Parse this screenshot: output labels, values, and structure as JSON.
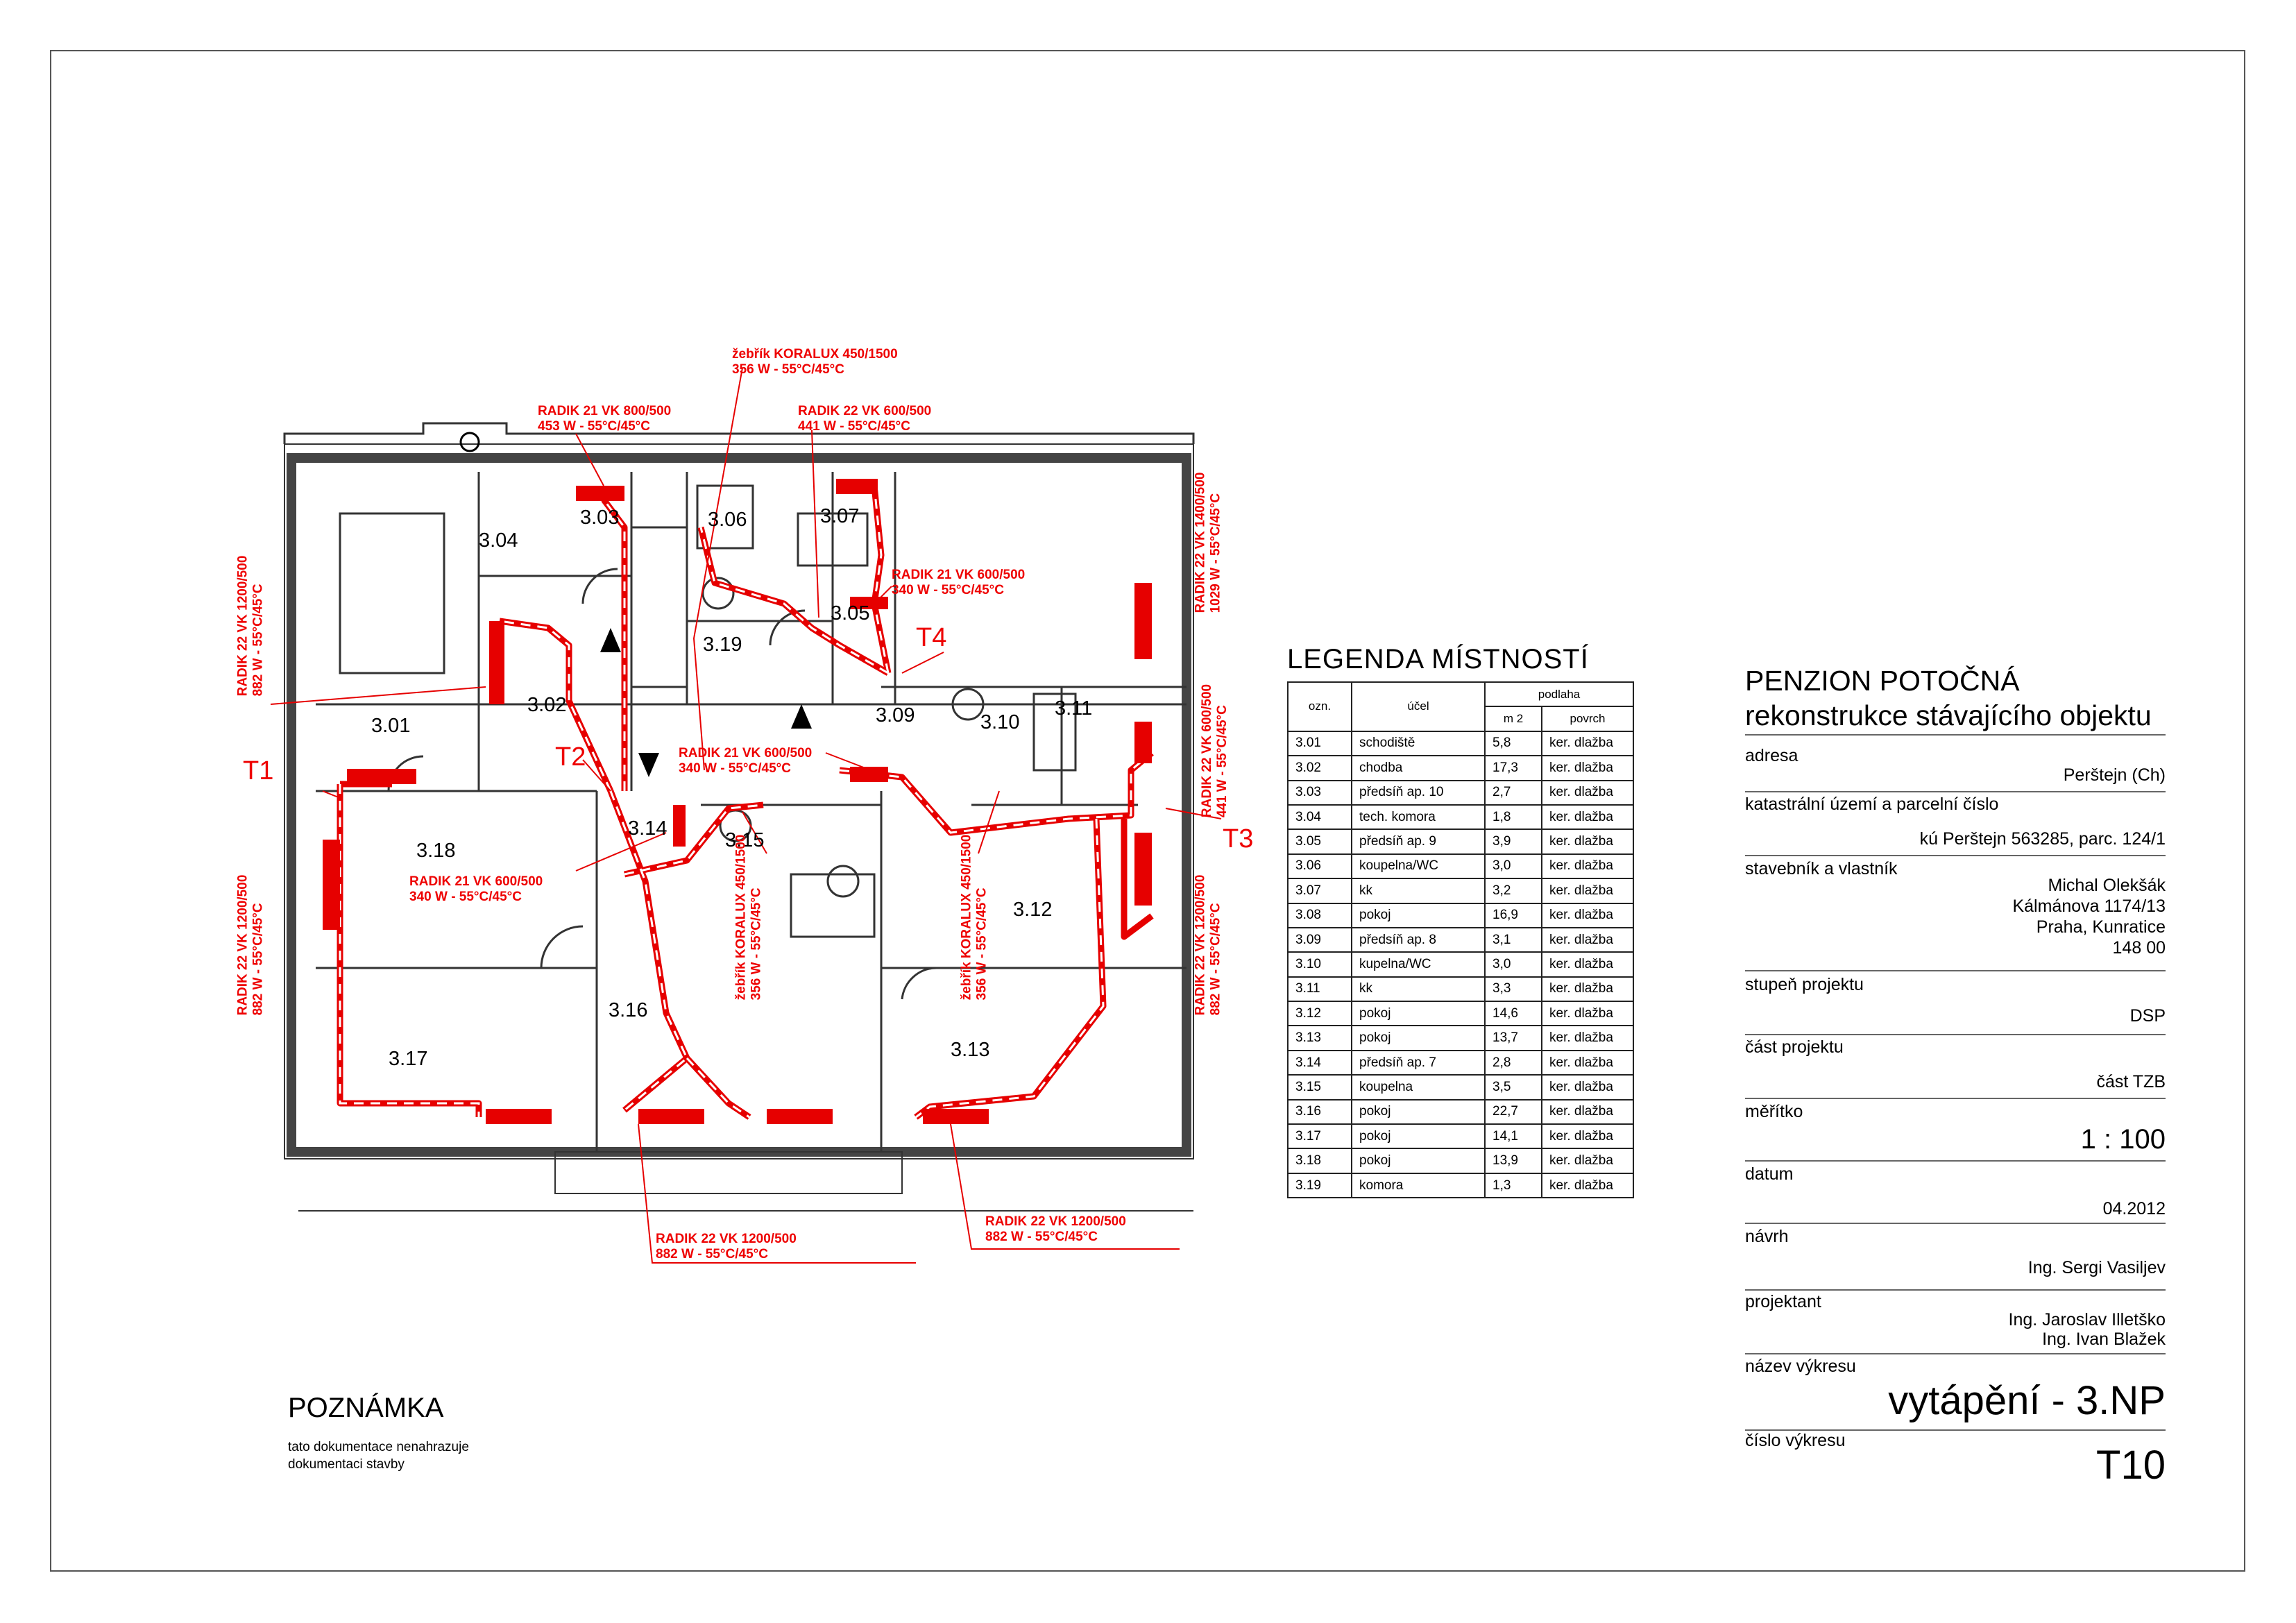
{
  "legend": {
    "title": "LEGENDA MÍSTNOSTÍ",
    "headers": {
      "code": "ozn.",
      "purpose": "účel",
      "floor": "podlaha",
      "area": "m 2",
      "surface": "povrch"
    },
    "rows": [
      {
        "code": "3.01",
        "purpose": "schodiště",
        "area": "5,8",
        "surface": "ker. dlažba"
      },
      {
        "code": "3.02",
        "purpose": "chodba",
        "area": "17,3",
        "surface": "ker. dlažba"
      },
      {
        "code": "3.03",
        "purpose": "předsíň ap. 10",
        "area": "2,7",
        "surface": "ker. dlažba"
      },
      {
        "code": "3.04",
        "purpose": "tech. komora",
        "area": "1,8",
        "surface": "ker. dlažba"
      },
      {
        "code": "3.05",
        "purpose": "předsíň ap. 9",
        "area": "3,9",
        "surface": "ker. dlažba"
      },
      {
        "code": "3.06",
        "purpose": "koupelna/WC",
        "area": "3,0",
        "surface": "ker. dlažba"
      },
      {
        "code": "3.07",
        "purpose": "kk",
        "area": "3,2",
        "surface": "ker. dlažba"
      },
      {
        "code": "3.08",
        "purpose": "pokoj",
        "area": "16,9",
        "surface": "ker. dlažba"
      },
      {
        "code": "3.09",
        "purpose": "předsíň ap. 8",
        "area": "3,1",
        "surface": "ker. dlažba"
      },
      {
        "code": "3.10",
        "purpose": "kupelna/WC",
        "area": "3,0",
        "surface": "ker. dlažba"
      },
      {
        "code": "3.11",
        "purpose": "kk",
        "area": "3,3",
        "surface": "ker. dlažba"
      },
      {
        "code": "3.12",
        "purpose": "pokoj",
        "area": "14,6",
        "surface": "ker. dlažba"
      },
      {
        "code": "3.13",
        "purpose": "pokoj",
        "area": "13,7",
        "surface": "ker. dlažba"
      },
      {
        "code": "3.14",
        "purpose": "předsíň ap. 7",
        "area": "2,8",
        "surface": "ker. dlažba"
      },
      {
        "code": "3.15",
        "purpose": "koupelna",
        "area": "3,5",
        "surface": "ker. dlažba"
      },
      {
        "code": "3.16",
        "purpose": "pokoj",
        "area": "22,7",
        "surface": "ker. dlažba"
      },
      {
        "code": "3.17",
        "purpose": "pokoj",
        "area": "14,1",
        "surface": "ker. dlažba"
      },
      {
        "code": "3.18",
        "purpose": "pokoj",
        "area": "13,9",
        "surface": "ker. dlažba"
      },
      {
        "code": "3.19",
        "purpose": "komora",
        "area": "1,3",
        "surface": "ker. dlažba"
      }
    ]
  },
  "title_block": {
    "project_name": "PENZION POTOČNÁ",
    "project_sub": "rekonstrukce stávajícího objektu",
    "address_label": "adresa",
    "address": "Perštejn (Ch)",
    "cadastre_label": "katastrální území a parcelní číslo",
    "cadastre": "kú Perštejn 563285, parc. 124/1",
    "owner_label": "stavebník a vlastník",
    "owner_name": "Michal Olekšák",
    "owner_street": "Kálmánova 1174/13",
    "owner_city": "Praha, Kunratice",
    "owner_zip": "148 00",
    "stage_label": "stupeň projektu",
    "stage": "DSP",
    "part_label": "část projektu",
    "part": "část TZB",
    "scale_label": "měřítko",
    "scale": "1 : 100",
    "date_label": "datum",
    "date": "04.2012",
    "design_label": "návrh",
    "designer": "Ing. Sergi Vasiljev",
    "engineer_label": "projektant",
    "engineer1": "Ing. Jaroslav Illetško",
    "engineer2": "Ing. Ivan Blažek",
    "drawing_name_label": "název výkresu",
    "drawing_name": "vytápění - 3.NP",
    "drawing_no_label": "číslo výkresu",
    "drawing_no": "T10"
  },
  "note": {
    "title": "POZNÁMKA",
    "line1": "tato dokumentace nenahrazuje",
    "line2": "dokumentaci stavby"
  },
  "plan": {
    "rooms": [
      "3.01",
      "3.02",
      "3.03",
      "3.04",
      "3.05",
      "3.06",
      "3.07",
      "3.09",
      "3.10",
      "3.11",
      "3.12",
      "3.13",
      "3.14",
      "3.15",
      "3.16",
      "3.17",
      "3.18",
      "3.19"
    ],
    "risers": [
      "T1",
      "T2",
      "T3",
      "T4"
    ],
    "radiators": {
      "r_top1_a": "RADIK 21 VK 800/500",
      "r_top1_b": "453 W -  55°C/45°C",
      "r_ladder_top_a": "žebřík KORALUX 450/1500",
      "r_ladder_top_b": "356 W -  55°C/45°C",
      "r_top2_a": "RADIK 22 VK 600/500",
      "r_top2_b": "441 W -  55°C/45°C",
      "r_305_a": "RADIK 21 VK 600/500",
      "r_305_b": "340 W -  55°C/45°C",
      "r_309_a": "RADIK 21 VK 600/500",
      "r_309_b": "340 W -  55°C/45°C",
      "r_318_a": "RADIK 21 VK 600/500",
      "r_318_b": "340 W -  55°C/45°C",
      "r_bot1_a": "RADIK 22 VK 1200/500",
      "r_bot1_b": "882 W -  55°C/45°C",
      "r_bot2_a": "RADIK 22 VK 1200/500",
      "r_bot2_b": "882 W -  55°C/45°C",
      "r_left1_a": "RADIK 22 VK 1200/500",
      "r_left1_b": "882 W -  55°C/45°C",
      "r_left2_a": "RADIK 22 VK 1200/500",
      "r_left2_b": "882 W -  55°C/45°C",
      "r_right1_a": "RADIK 22 VK 1400/500",
      "r_right1_b": "1029 W -  55°C/45°C",
      "r_right2_a": "RADIK 22 VK 600/500",
      "r_right2_b": "441 W -  55°C/45°C",
      "r_right3_a": "RADIK 22 VK 1200/500",
      "r_right3_b": "882 W -  55°C/45°C",
      "r_lad315_a": "žebřík KORALUX 450/1500",
      "r_lad315_b": "356 W -  55°C/45°C",
      "r_lad310_a": "žebřík KORALUX 450/1500",
      "r_lad310_b": "356 W -  55°C/45°C"
    }
  },
  "colors": {
    "heating": "#e60000",
    "walls": "#333333"
  }
}
